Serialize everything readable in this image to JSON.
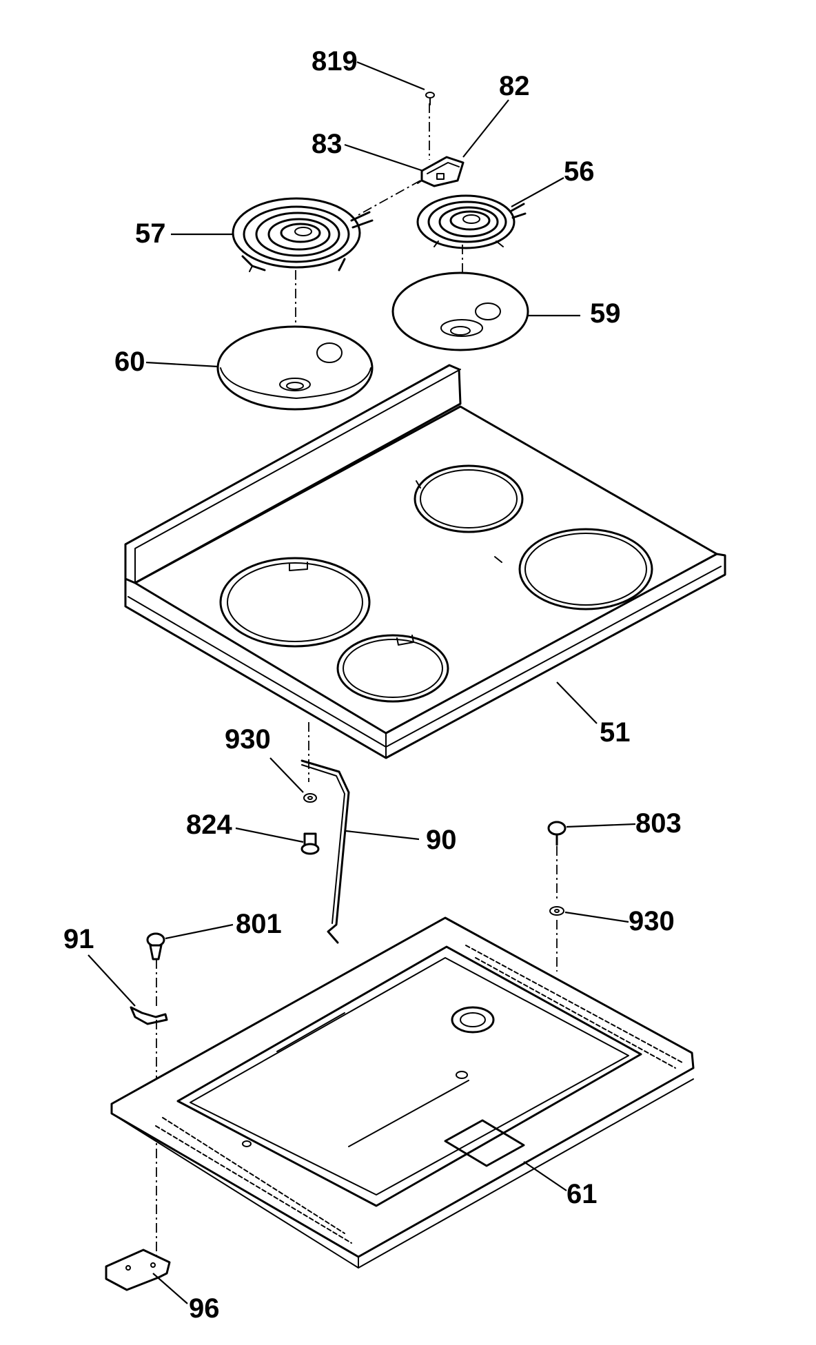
{
  "diagram": {
    "callouts": {
      "c819": "819",
      "c82": "82",
      "c83": "83",
      "c56": "56",
      "c57": "57",
      "c59": "59",
      "c60": "60",
      "c51": "51",
      "c930a": "930",
      "c824": "824",
      "c90": "90",
      "c803": "803",
      "c801": "801",
      "c930b": "930",
      "c91": "91",
      "c61": "61",
      "c96": "96"
    }
  }
}
